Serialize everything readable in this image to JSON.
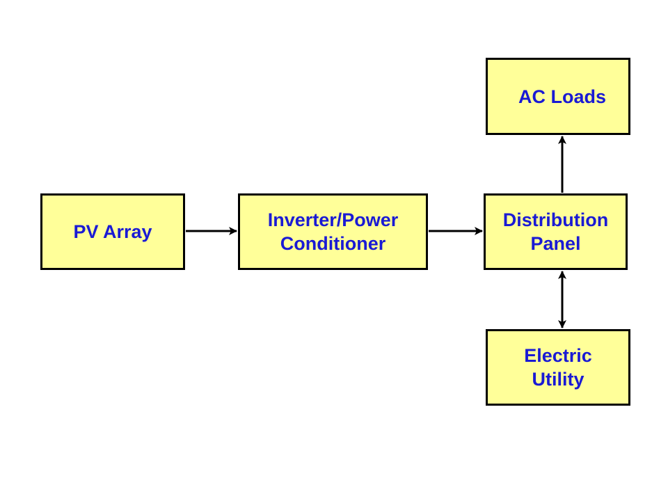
{
  "colors": {
    "box_fill": "#ffff99",
    "box_border": "#000000",
    "label_text": "#1a1ad4",
    "arrow": "#000000"
  },
  "diagram": {
    "nodes": {
      "pv_array": {
        "lines": [
          "PV Array"
        ]
      },
      "inverter": {
        "lines": [
          "Inverter/Power",
          "Conditioner"
        ]
      },
      "distribution": {
        "lines": [
          "Distribution",
          "Panel"
        ]
      },
      "ac_loads": {
        "lines": [
          "AC Loads"
        ]
      },
      "utility": {
        "lines": [
          "Electric",
          "Utility"
        ]
      }
    },
    "edges": [
      {
        "from": "pv_array",
        "to": "inverter",
        "direction": "forward"
      },
      {
        "from": "inverter",
        "to": "distribution",
        "direction": "forward"
      },
      {
        "from": "distribution",
        "to": "ac_loads",
        "direction": "forward"
      },
      {
        "from": "distribution",
        "to": "utility",
        "direction": "both"
      }
    ]
  }
}
